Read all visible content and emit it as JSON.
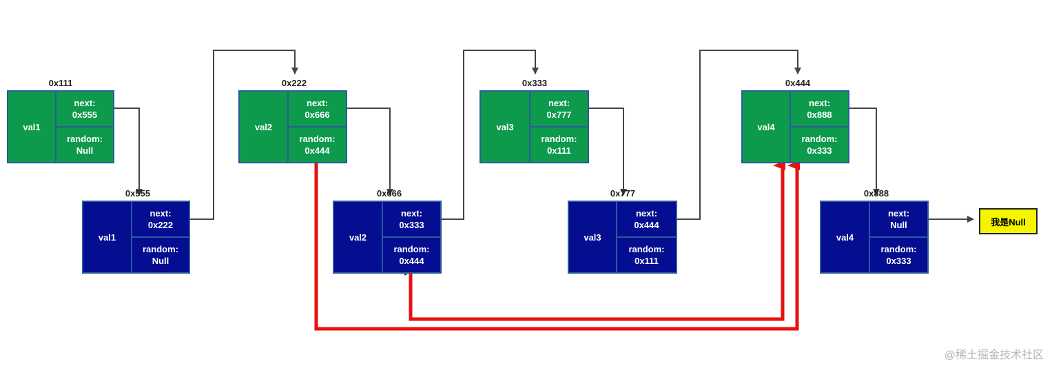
{
  "nodes": [
    {
      "id": "n111",
      "addr": "0x111",
      "val": "val1",
      "next_label": "next:",
      "next": "0x555",
      "random_label": "random:",
      "random": "Null",
      "color": "green"
    },
    {
      "id": "n555",
      "addr": "0x555",
      "val": "val1",
      "next_label": "next:",
      "next": "0x222",
      "random_label": "random:",
      "random": "Null",
      "color": "blue"
    },
    {
      "id": "n222",
      "addr": "0x222",
      "val": "val2",
      "next_label": "next:",
      "next": "0x666",
      "random_label": "random:",
      "random": "0x444",
      "color": "green"
    },
    {
      "id": "n666",
      "addr": "0x666",
      "val": "val2",
      "next_label": "next:",
      "next": "0x333",
      "random_label": "random:",
      "random": "0x444",
      "color": "blue"
    },
    {
      "id": "n333",
      "addr": "0x333",
      "val": "val3",
      "next_label": "next:",
      "next": "0x777",
      "random_label": "random:",
      "random": "0x111",
      "color": "green"
    },
    {
      "id": "n777",
      "addr": "0x777",
      "val": "val3",
      "next_label": "next:",
      "next": "0x444",
      "random_label": "random:",
      "random": "0x111",
      "color": "blue"
    },
    {
      "id": "n444",
      "addr": "0x444",
      "val": "val4",
      "next_label": "next:",
      "next": "0x888",
      "random_label": "random:",
      "random": "0x333",
      "color": "green"
    },
    {
      "id": "n888",
      "addr": "0x888",
      "val": "val4",
      "next_label": "next:",
      "next": "Null",
      "random_label": "random:",
      "random": "0x333",
      "color": "blue"
    }
  ],
  "null_box": {
    "label": "我是Null",
    "color": "#f5f500"
  },
  "watermark": "@稀土掘金技术社区",
  "colors": {
    "green_node": "#0e9a4c",
    "blue_node": "#050d91",
    "border": "#2a5b9b",
    "next_arrow": "#444444",
    "random_arrow": "#e81010"
  }
}
